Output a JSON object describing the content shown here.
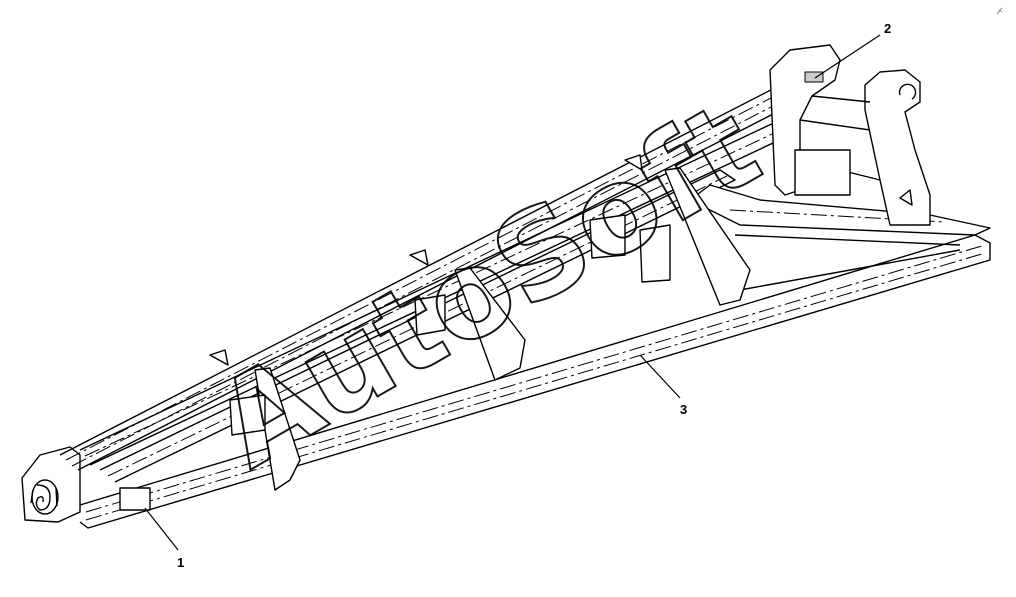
{
  "callouts": [
    {
      "id": "1",
      "label": "1"
    },
    {
      "id": "2",
      "label": "2"
    },
    {
      "id": "3",
      "label": "3"
    }
  ],
  "watermark": {
    "text": "AutoSoft"
  },
  "colors": {
    "line": "#000000",
    "background": "#ffffff"
  }
}
